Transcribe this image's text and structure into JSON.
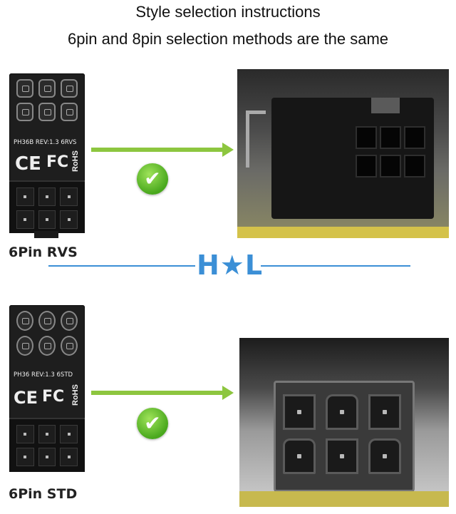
{
  "header": {
    "title_line1": "Style selection instructions",
    "title_line2": "6pin and 8pin selection methods are the same"
  },
  "top_board": {
    "label": "PH36B REV:1.3 6RVS",
    "ce_mark": "CE",
    "fc_mark": "FC",
    "rohs_mark": "RoHS",
    "name": "6Pin RVS"
  },
  "bottom_board": {
    "label": "PH36 REV:1.3 6STD",
    "ce_mark": "CE",
    "fc_mark": "FC",
    "rohs_mark": "RoHS",
    "name": "6Pin STD"
  },
  "divider": {
    "logo": "H★L"
  },
  "icons": {
    "check": "✔",
    "arrow": "arrow-right-icon"
  },
  "colors": {
    "arrow_green": "#8dc63f",
    "check_green": "#49a81d",
    "divider_blue": "#3b8fd6"
  }
}
